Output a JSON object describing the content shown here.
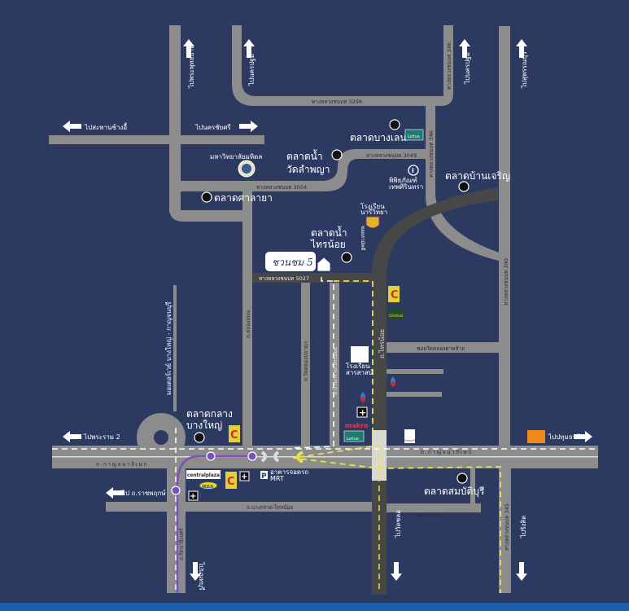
{
  "project": {
    "logo_text": "ชวนชม 5"
  },
  "colors": {
    "background": "#2c3a62",
    "road": "#8c8c8c",
    "main_road": "#474747",
    "route": "#e8e34a",
    "mrt_line": "#7b52b8",
    "footer": "#1a5fa8"
  },
  "directions": {
    "to_phra_phutthabat": "ไปพระพุทธบาท",
    "to_nakhon_pathom_1": "ไปนครปฐม",
    "to_nakhon_pathom_2": "ไปนครปฐม",
    "to_suphanburi": "ไปสุพรรณบุรี",
    "to_saphan_chang_ngo": "ไปสะพานช้างอื้",
    "to_nakhon_chaisri": "ไปนครชัยศรี",
    "to_rama2": "ไปพระราม 2",
    "to_ratchaphruek": "ไป ถ.ราชพฤกษ์",
    "to_nonthaburi": "ไปนนทบุรี",
    "to_pathumthani": "ไปปทุมธานี",
    "to_wat_chalo": "ไปวัดชลอ",
    "to_rangsit": "ไปรังสิต"
  },
  "roads": {
    "r3296": "ทางหลวงชนบท 3296",
    "r346_top": "ทางหลวงชนบท 346",
    "r346_mid": "ทางหลวงชนบท 346",
    "r3049": "ทางหลวงชนบท 3049",
    "r3004": "ทางหลวงชนบท 3004",
    "r5027": "ทางหลวงชนบท 5027",
    "r340": "ทางหลวงชนบท 340",
    "r345": "ทางหลวงชนบท 345",
    "sainoi": "ถ.ไทรน้อย",
    "khlong_thanon": "ถ.คลองถนน",
    "wat_khlong_pladuk": "ถ.วัดคลองปลาดุก",
    "bangkruai_sainoi_v": "ถ.บ้านกรวย-ไทรน้อย",
    "bangkruai_sainoi_h": "ถ.บางกรวย-ไทรน้อย",
    "kanchanaphisek_w": "ถ.กาญจนาภิเษก",
    "kanchanaphisek_e": "ถ.กาญจนาภิเษก",
    "ratchaphruek": "ถ.รัตนาธิเบศร์",
    "soi_wat": "ซอยวัดคลองตาคล้าย",
    "soi_samwang": "ซอยสามวัง",
    "soi_short": "ซอยสามัคคี",
    "motorway": "มอเตอร์เวย์ บางใหญ่ - กาญจนบุรี"
  },
  "places": {
    "mahidol": "มหาวิทยาลัยมหิดล",
    "talat_nam_wat_lamphaya_1": "ตลาดน้ำ",
    "talat_nam_wat_lamphaya_2": "วัดลำพญา",
    "talat_salaya": "ตลาดศาลายา",
    "talat_bang_len": "ตลาดบางเลน",
    "museum_1": "พิพิธภัณฑ์",
    "museum_2": "เทพศิรินทรา",
    "talat_ban_charoen": "ตลาดบ้านเจริญ",
    "school_top_1": "โรงเรียน",
    "school_top_2": "นารีวิทยา",
    "talat_nam_sainoi_1": "ตลาดน้ำ",
    "talat_nam_sainoi_2": "ไทรน้อย",
    "school_mid_1": "โรงเรียน",
    "school_mid_2": "สารสาสน์",
    "talat_bang_yai_1": "ตลาดกลาง",
    "talat_bang_yai_2": "บางใหญ่",
    "central_plaza": "centralplaza",
    "ikea": "IKEA",
    "mrt_parking_1": "อาคารจอดรถ",
    "mrt_parking_2": "MRT",
    "talat_sombat_buri": "ตลาดสมบัติบุรี",
    "lotus": "Lotus",
    "global": "Global",
    "makro": "makro",
    "homepro": "HomePro"
  }
}
